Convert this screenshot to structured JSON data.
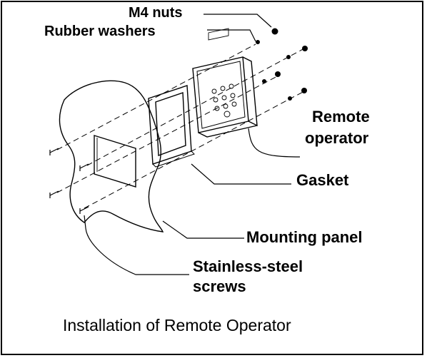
{
  "labels": {
    "m4_nuts": "M4 nuts",
    "rubber_washers": "Rubber washers",
    "remote_operator_line1": "Remote",
    "remote_operator_line2": "operator",
    "gasket": "Gasket",
    "mounting_panel": "Mounting panel",
    "screws_line1": "Stainless-steel",
    "screws_line2": "screws",
    "caption": "Installation of Remote Operator"
  }
}
